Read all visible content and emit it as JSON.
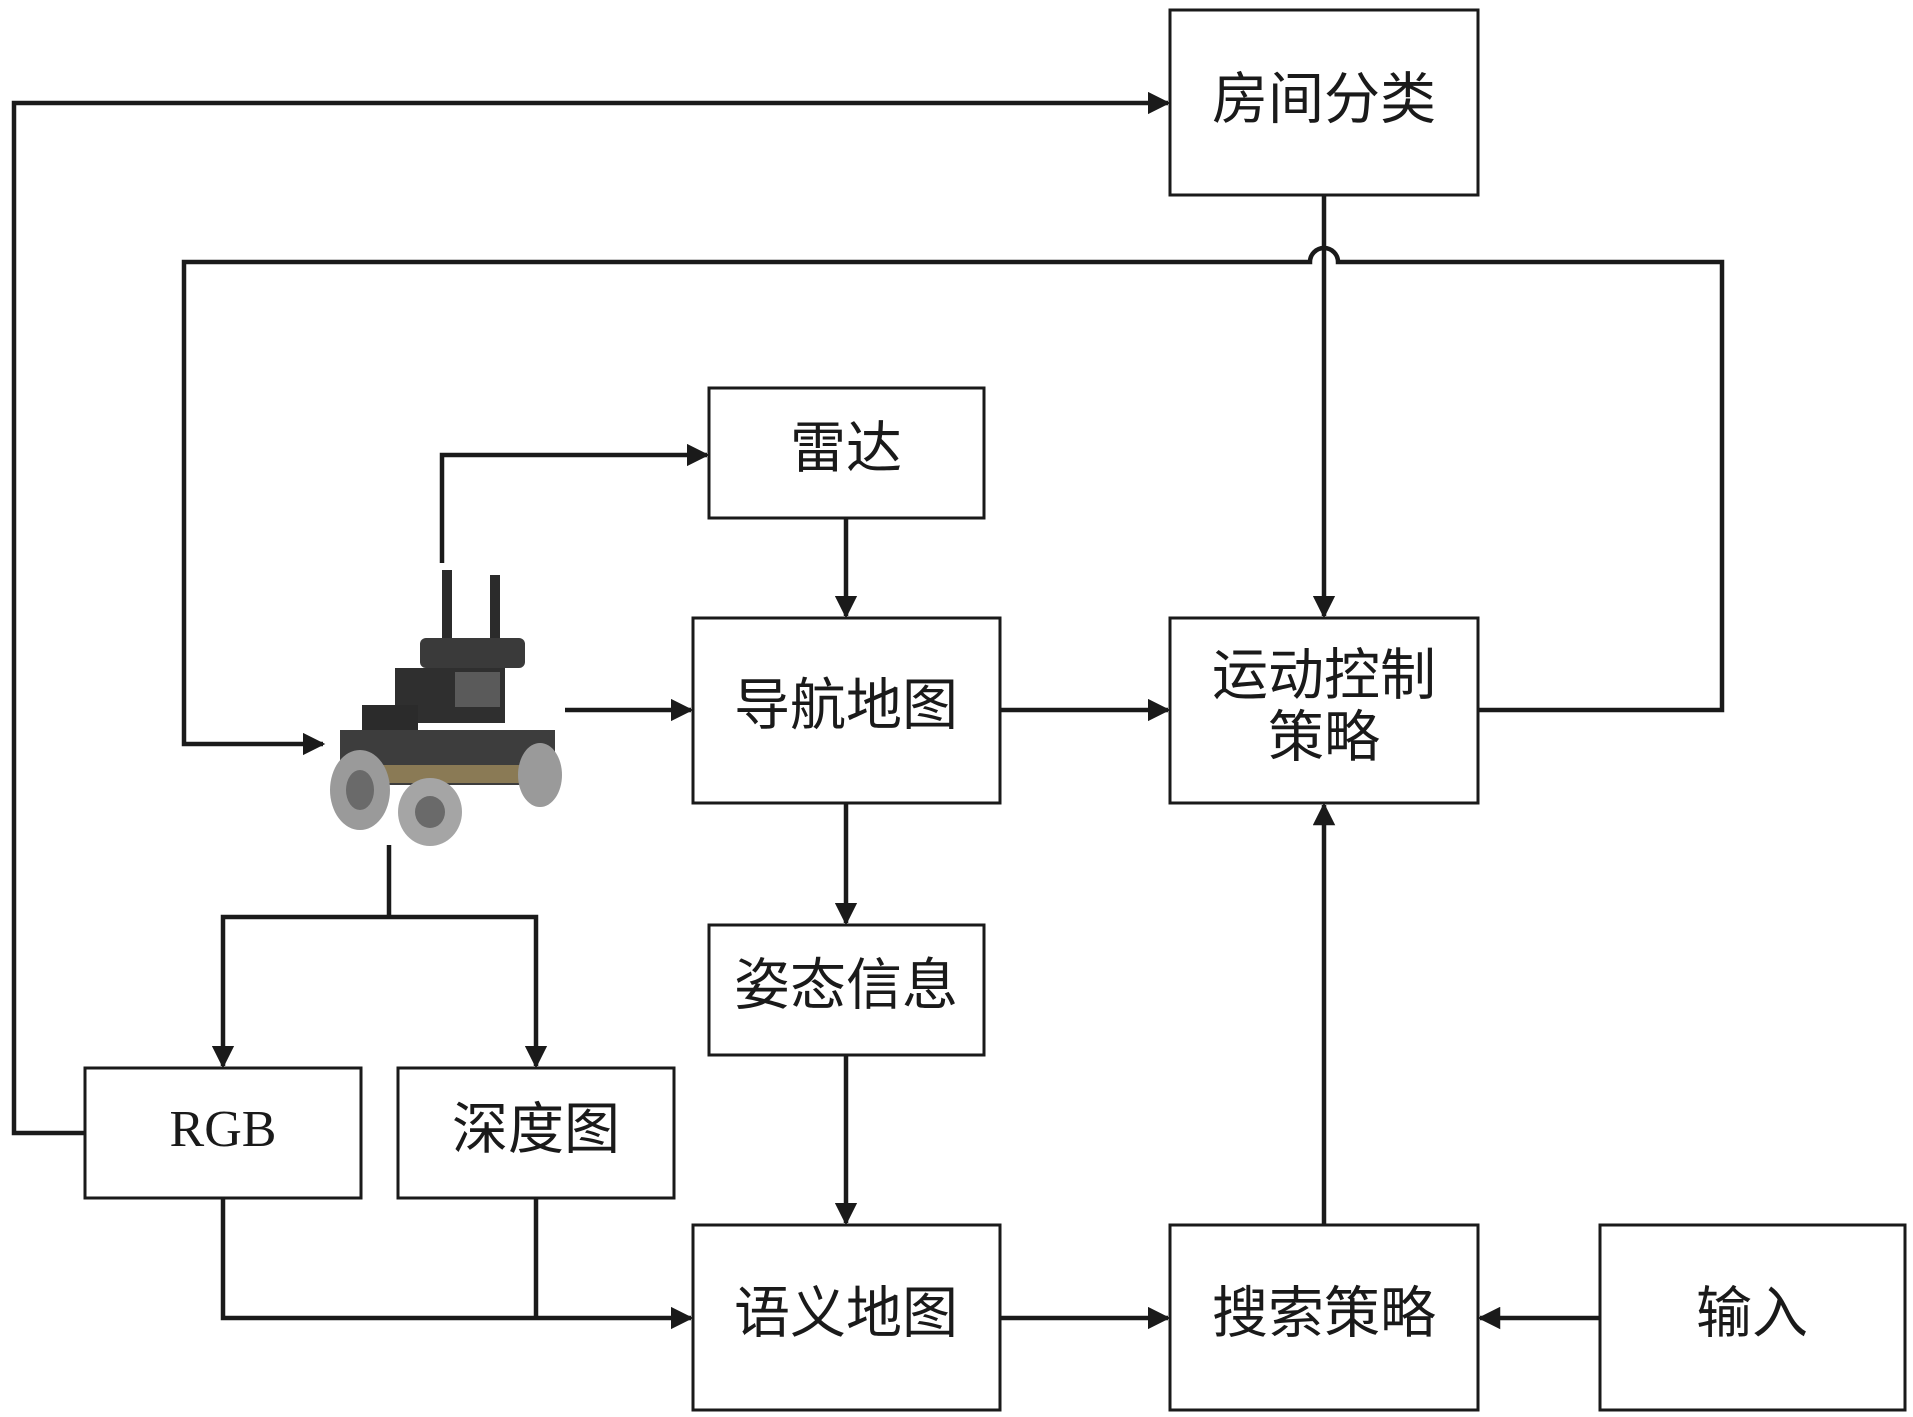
{
  "nodes": {
    "room_classification": "房间分类",
    "radar": "雷达",
    "navigation_map": "导航地图",
    "motion_control_line1": "运动控制",
    "motion_control_line2": "策略",
    "pose_info": "姿态信息",
    "rgb": "RGB",
    "depth_map": "深度图",
    "semantic_map": "语义地图",
    "search_strategy": "搜索策略",
    "input": "输入"
  },
  "colors": {
    "stroke": "#1a1a1a",
    "robot_body": "#2b2b2b",
    "robot_frame": "#8a7a55",
    "robot_wheel": "#9a9a9a"
  }
}
